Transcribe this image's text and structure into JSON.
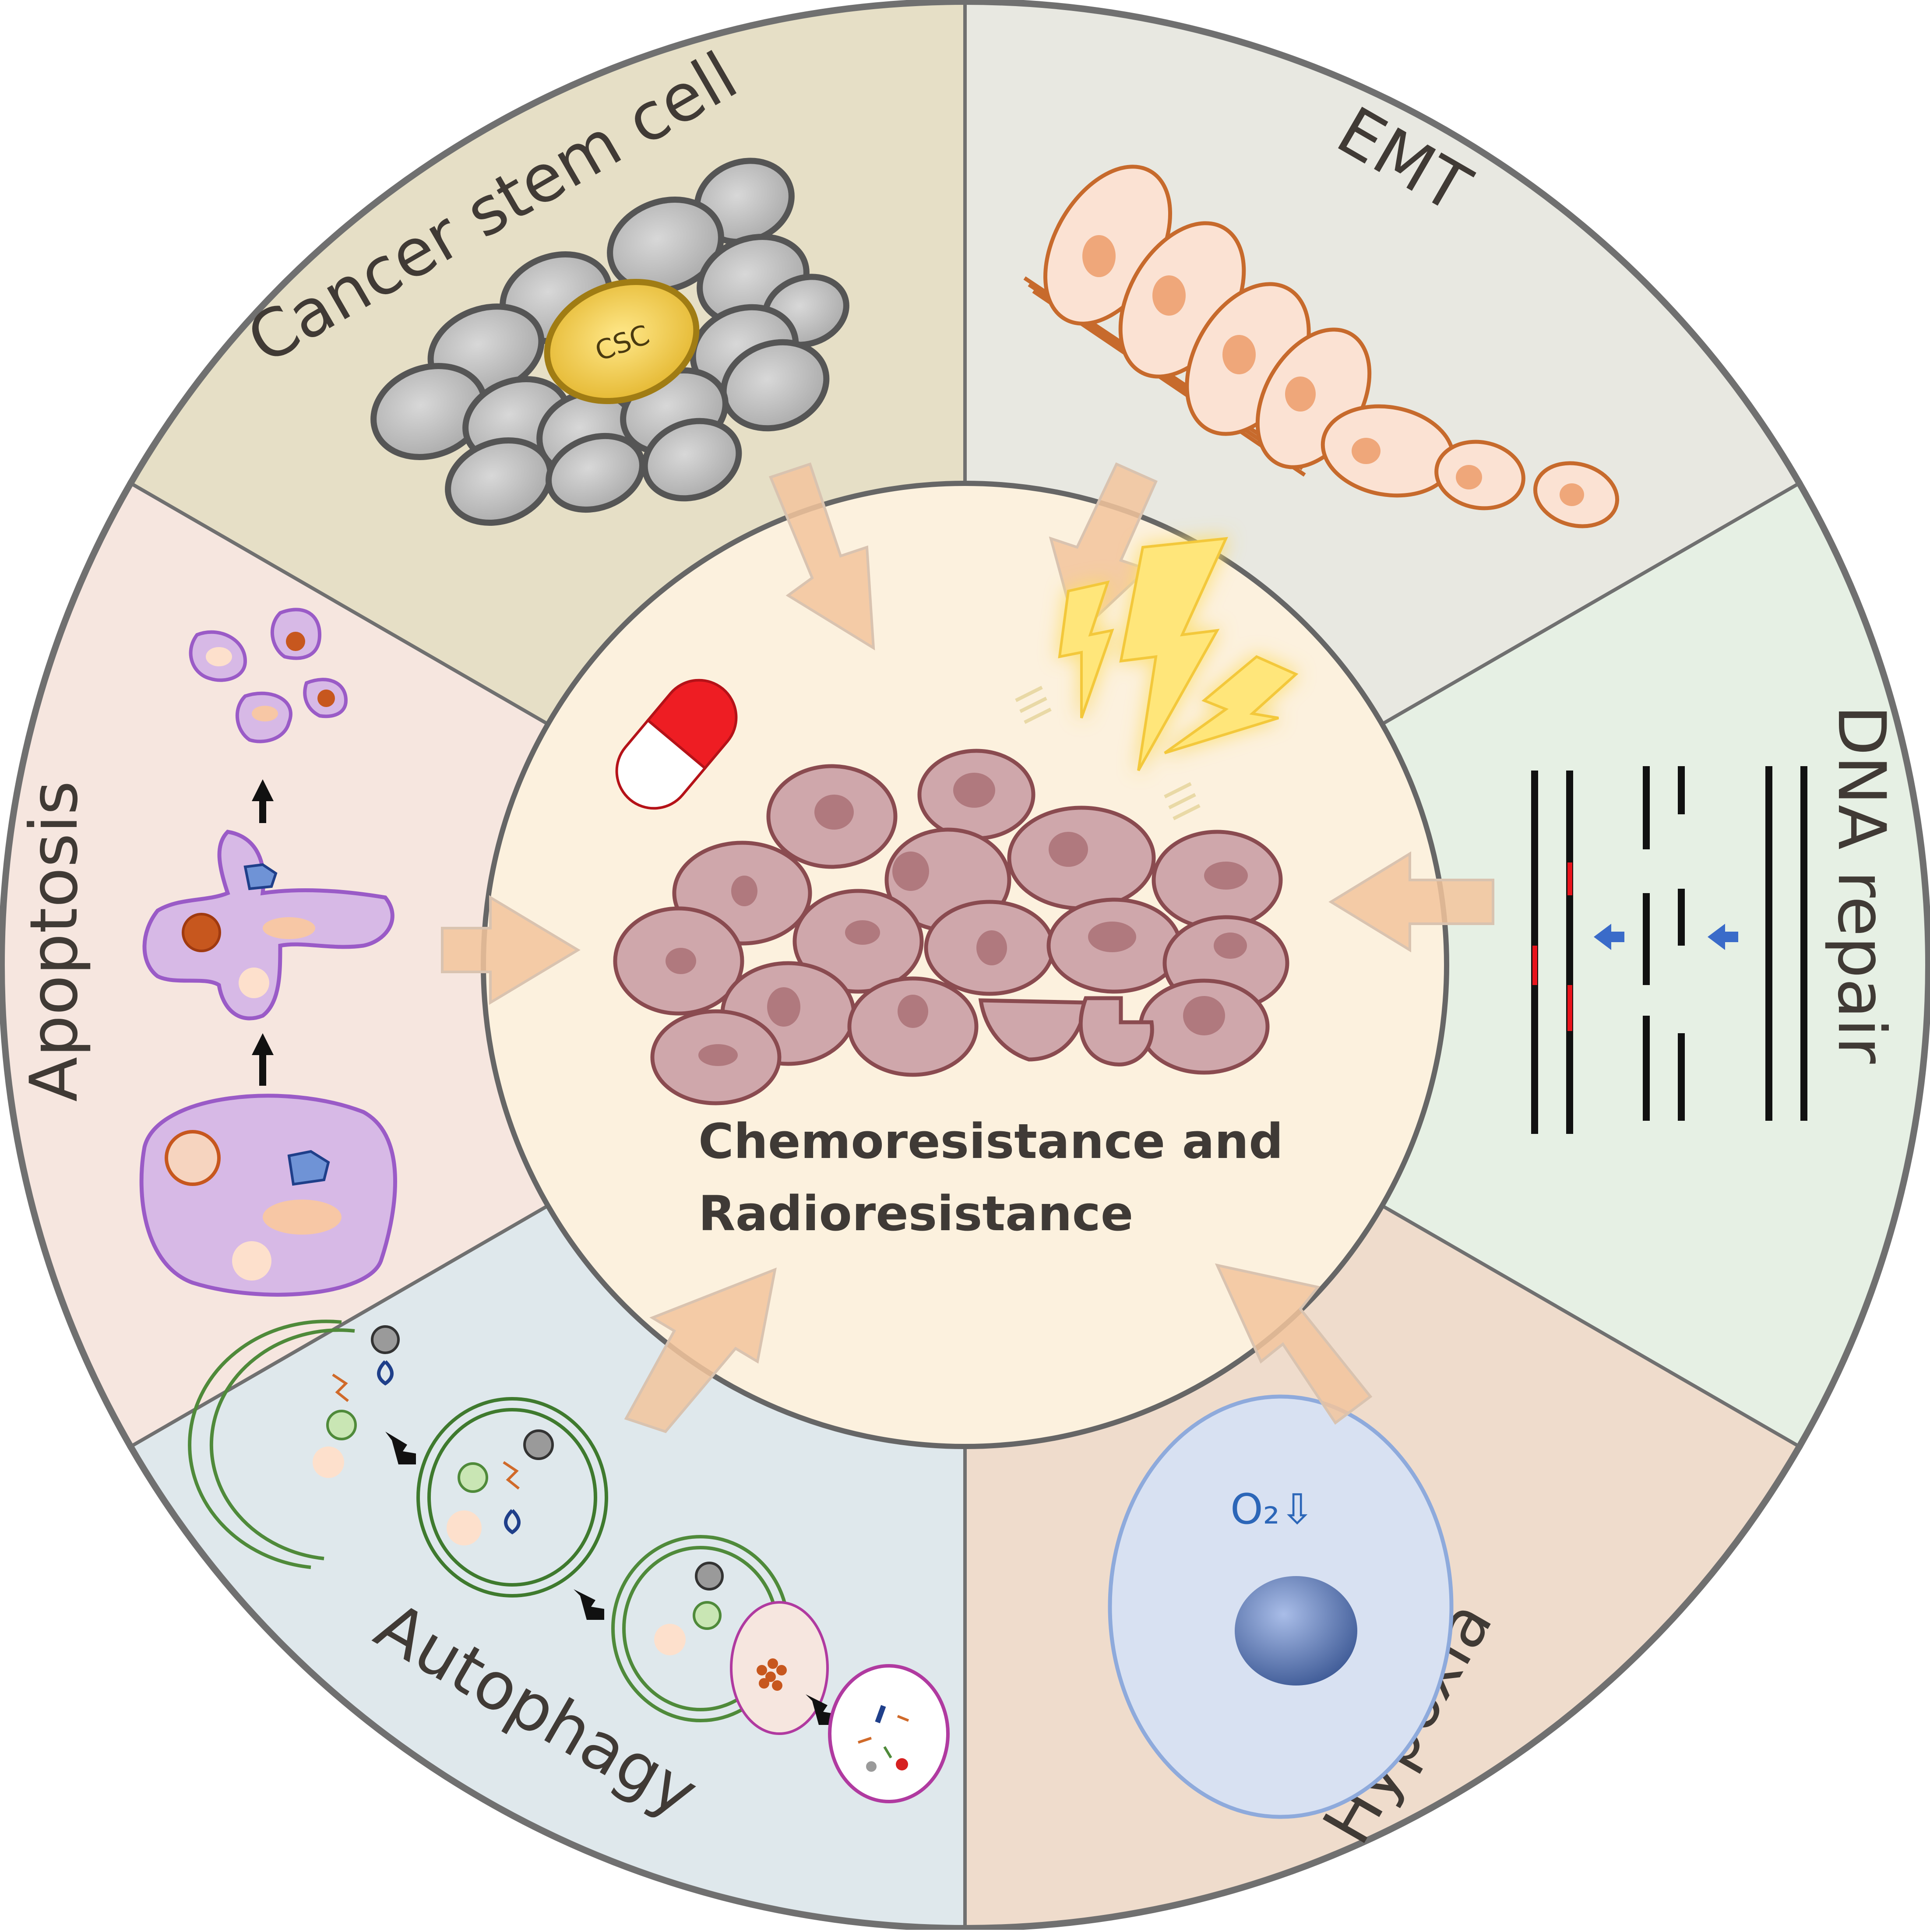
{
  "center": {
    "title_line1": "Chemoresistance and",
    "title_line2": "Radioresistance"
  },
  "segments": {
    "cancer_stem_cell": {
      "label": "Cancer stem cell",
      "cell_label": "CSC",
      "color": "#e6dfc6"
    },
    "emt": {
      "label": "EMT",
      "color": "#e8e8e1"
    },
    "dna_repair": {
      "label": "DNA repair",
      "color": "#e6f0e4"
    },
    "hypoxia": {
      "label": "Hypoxia",
      "oxygen_label": "O₂⇩",
      "color": "#efdccc"
    },
    "autophagy": {
      "label": "Autophagy",
      "color": "#dfe8ec"
    },
    "apoptosis": {
      "label": "Apoptosis",
      "color": "#f6e6df"
    }
  },
  "colors": {
    "center_fill": "#fcf1de",
    "arrow": "#f2c49c",
    "outline": "#707070",
    "cell_fill": "#cfa7ab",
    "cell_stroke": "#8a4b50",
    "nucleus": "#b0797e",
    "lightning": "#ffe67a"
  },
  "icons": [
    "capsule-icon",
    "lightning-icon",
    "dna-strand-icon",
    "cell-icon",
    "arrow-icon"
  ]
}
